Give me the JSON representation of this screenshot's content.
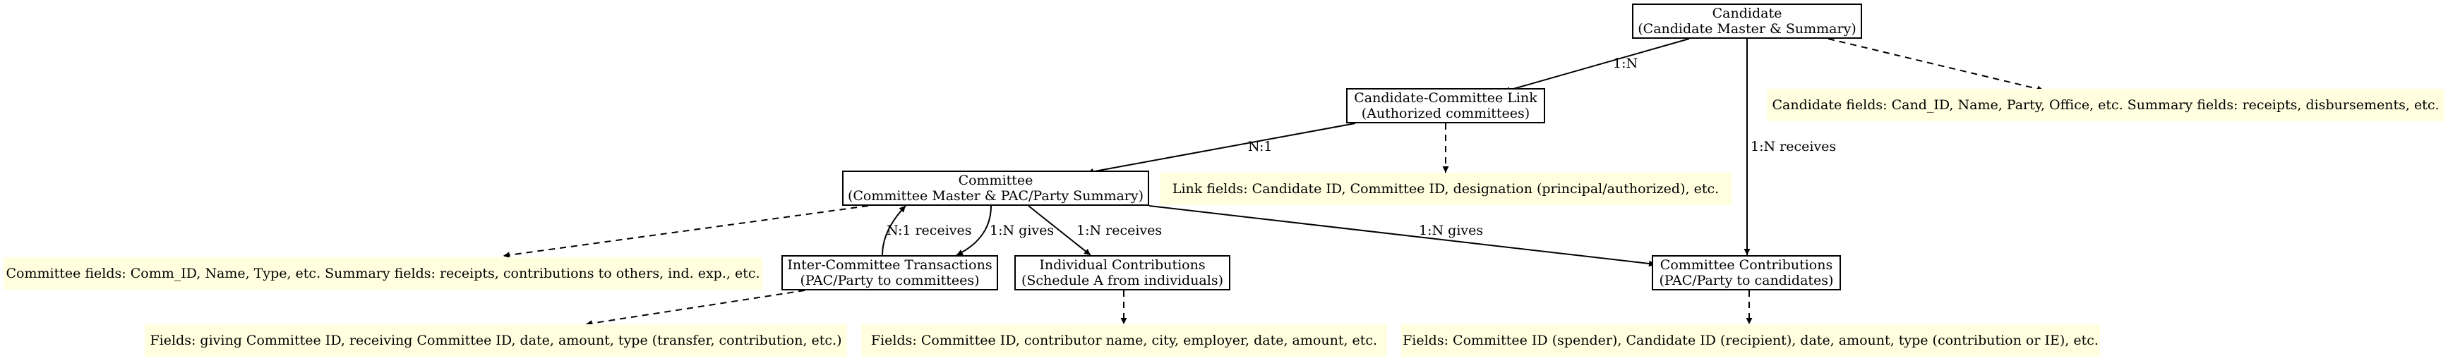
{
  "nodes": {
    "candidate": {
      "title": "Candidate",
      "subtitle": "(Candidate Master & Summary)"
    },
    "link": {
      "title": "Candidate-Committee Link",
      "subtitle": "(Authorized committees)"
    },
    "committee": {
      "title": "Committee",
      "subtitle": "(Committee Master & PAC/Party Summary)"
    },
    "inter": {
      "title": "Inter-Committee Transactions",
      "subtitle": "(PAC/Party to committees)"
    },
    "individual": {
      "title": "Individual Contributions",
      "subtitle": "(Schedule A from individuals)"
    },
    "contrib": {
      "title": "Committee Contributions",
      "subtitle": "(PAC/Party to candidates)"
    }
  },
  "notes": {
    "candidate": "Candidate fields: Cand_ID, Name, Party, Office, etc. Summary fields: receipts, disbursements, etc.",
    "link": "Link fields: Candidate ID, Committee ID, designation (principal/authorized), etc.",
    "committee": "Committee fields: Comm_ID, Name, Type, etc. Summary fields: receipts, contributions to others, ind. exp., etc.",
    "inter": "Fields: giving Committee ID, receiving Committee ID, date, amount, type (transfer, contribution, etc.)",
    "individual": "Fields: Committee ID, contributor name, city, employer, date, amount, etc.",
    "contrib": "Fields: Committee ID (spender), Candidate ID (recipient), date, amount, type (contribution or IE), etc."
  },
  "edge_labels": {
    "cand_link": "1:N",
    "cand_contrib": "1:N receives",
    "link_committee": "N:1",
    "comm_inter_gives": "1:N gives",
    "inter_comm_receives": "N:1 receives",
    "comm_individual": "1:N receives",
    "comm_contrib": "1:N gives"
  }
}
